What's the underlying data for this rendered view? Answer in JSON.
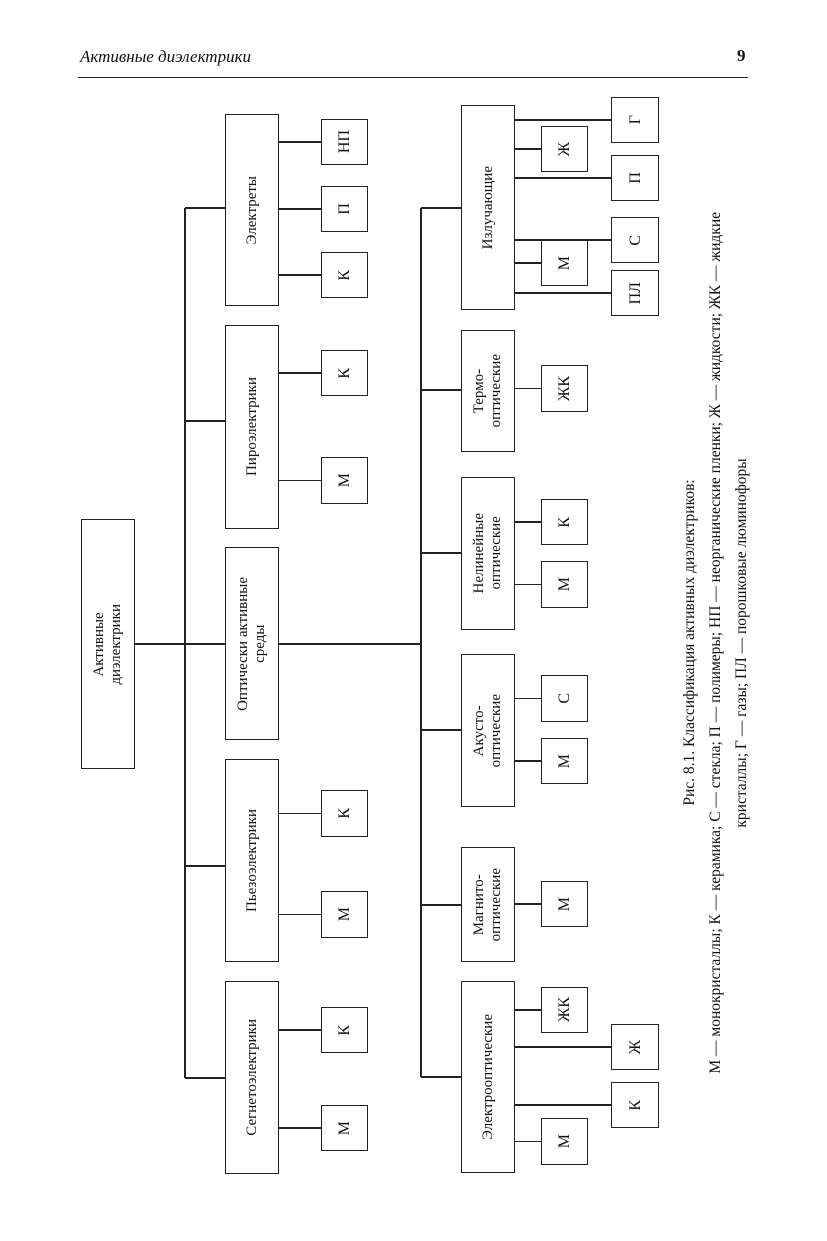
{
  "header": {
    "running_title": "Активные диэлектрики",
    "page_number": "9"
  },
  "diagram": {
    "root": "Активные\nдиэлектрики",
    "upper_branches": [
      {
        "label": "Электреты",
        "children": [
          "НП",
          "П",
          "К"
        ]
      },
      {
        "label": "Пироэлектрики",
        "children": [
          "К",
          "М"
        ]
      },
      {
        "label": "Оптически активные\nсреды",
        "children": []
      },
      {
        "label": "Пьезоэлектрики",
        "children": [
          "К",
          "М"
        ]
      },
      {
        "label": "Сегнетоэлектрики",
        "children": [
          "К",
          "М"
        ]
      }
    ],
    "optical_branches": [
      {
        "label": "Излучающие",
        "children": [
          "Ж",
          "М",
          "Г",
          "П",
          "С",
          "ПЛ"
        ]
      },
      {
        "label": "Термо-\nоптические",
        "children": [
          "ЖК"
        ]
      },
      {
        "label": "Нелинейные\nоптические",
        "children": [
          "К",
          "М"
        ]
      },
      {
        "label": "Акусто-\nоптические",
        "children": [
          "С",
          "М"
        ]
      },
      {
        "label": "Магнито-\nоптические",
        "children": [
          "М"
        ]
      },
      {
        "label": "Электрооптические",
        "children": [
          "ЖК",
          "Ж",
          "К",
          "М"
        ]
      }
    ]
  },
  "caption": {
    "title": "Рис. 8.1. Классификация активных диэлектриков:",
    "legend_line1": "М — монокристаллы; К — керамика; С — стекла; П — полимеры; НП — неорганические пленки; Ж — жидкости; ЖК — жидкие",
    "legend_line2": "кристаллы; Г — газы; ПЛ — порошковые люминофоры"
  }
}
